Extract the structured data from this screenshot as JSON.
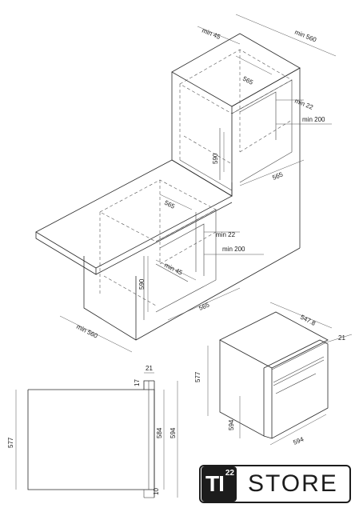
{
  "dimensions": {
    "column": {
      "min_560_top": "min 560",
      "min_45_top": "min 45",
      "w_565_upper": "565",
      "min_22_upper": "min 22",
      "min_200_upper": "min 200",
      "h_590_upper": "590",
      "d_565_upper": "565"
    },
    "undercounter": {
      "w_565_lower": "565",
      "min_22_lower": "min 22",
      "min_200_lower": "min 200",
      "min_45_lower": "min 45",
      "h_590_lower": "590",
      "d_565_lower": "565",
      "min_560_lower": "min 560"
    },
    "oven": {
      "depth_547_8": "547.8",
      "front_21": "21",
      "height_577": "577",
      "height_594": "594",
      "width_594": "594"
    },
    "side_view": {
      "top_21": "21",
      "top_17": "17",
      "height_577": "577",
      "height_584": "584",
      "height_594": "594",
      "bottom_10": "10"
    }
  },
  "logo": {
    "mark_text": "TI",
    "mark_number": "22",
    "word": "STORE"
  }
}
